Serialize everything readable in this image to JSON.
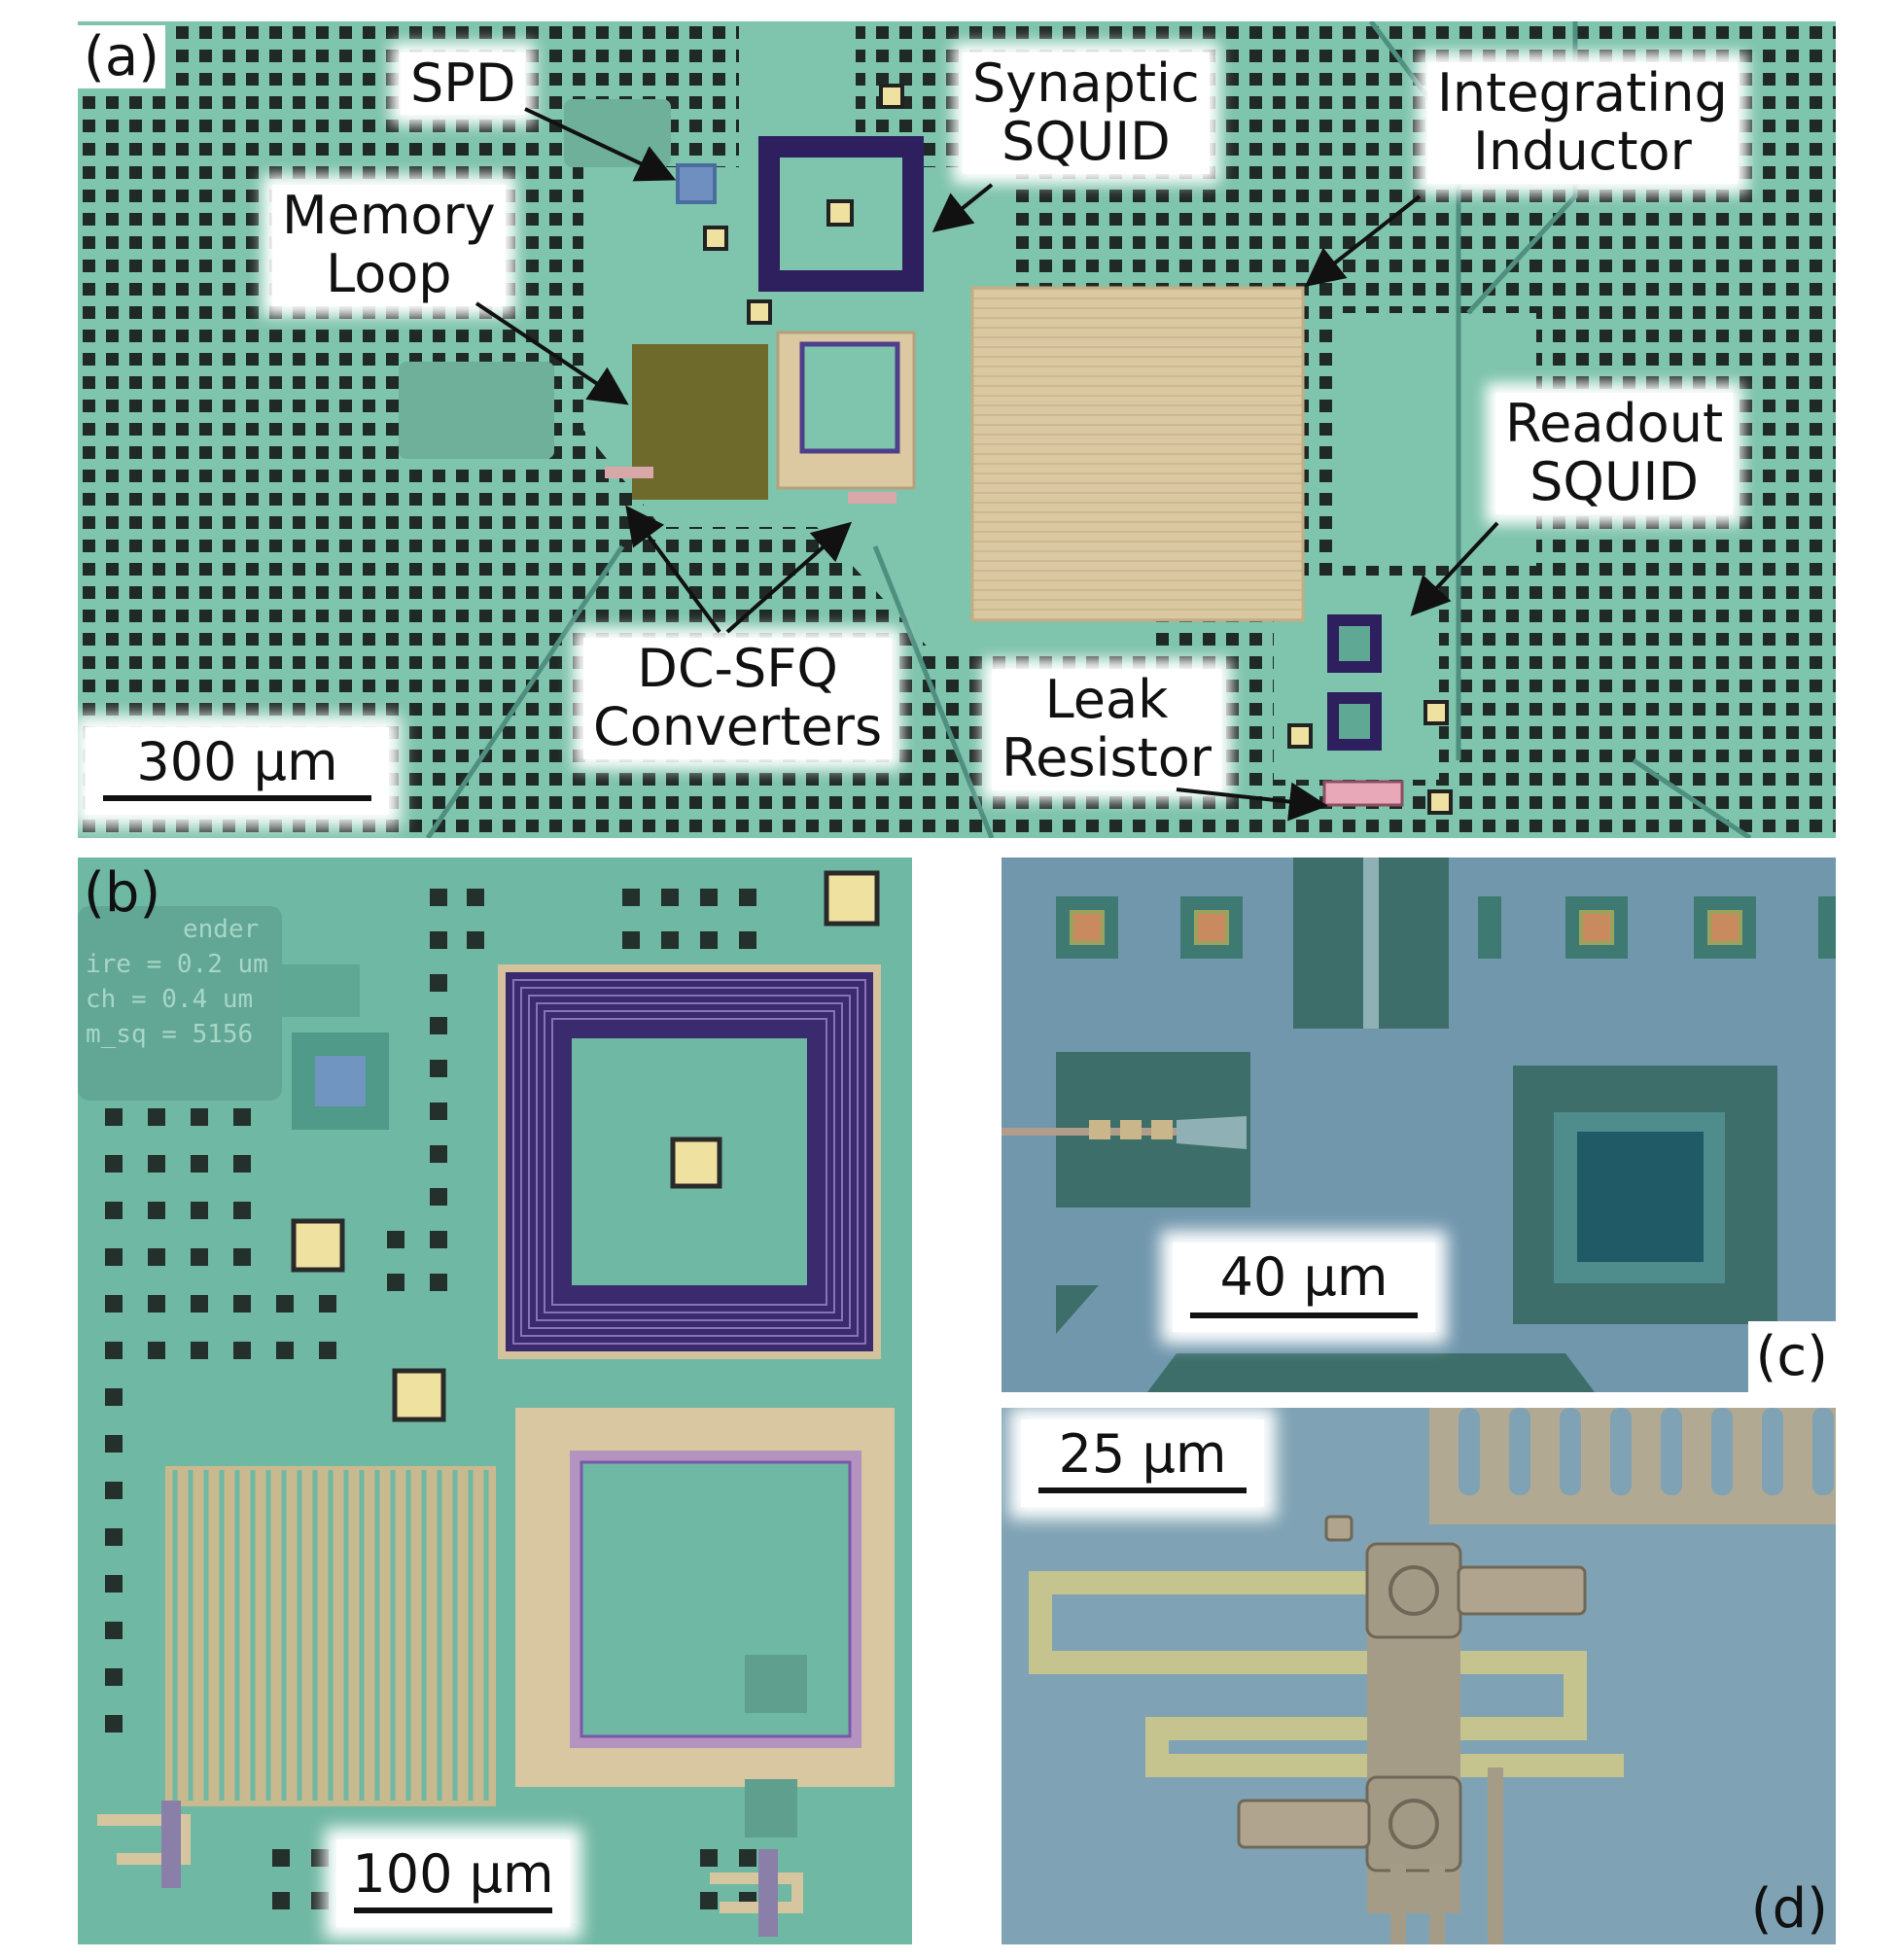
{
  "panels": {
    "a": {
      "tag": "(a)",
      "scale": "300 μm"
    },
    "b": {
      "tag": "(b)",
      "scale": "100 μm",
      "chip_text": [
        "ender",
        "ire = 0.2 um",
        "ch = 0.4 um",
        "m_sq = 5156"
      ]
    },
    "c": {
      "tag": "(c)",
      "scale": "40 μm"
    },
    "d": {
      "tag": "(d)",
      "scale": "25 μm"
    }
  },
  "labels": {
    "spd": "SPD",
    "synaptic_squid_1": "Synaptic",
    "synaptic_squid_2": "SQUID",
    "integrating_inductor_1": "Integrating",
    "integrating_inductor_2": "Inductor",
    "memory_loop_1": "Memory",
    "memory_loop_2": "Loop",
    "readout_squid_1": "Readout",
    "readout_squid_2": "SQUID",
    "dcsfq_1": "DC-SFQ",
    "dcsfq_2": "Converters",
    "leak_resistor_1": "Leak",
    "leak_resistor_2": "Resistor"
  },
  "colors": {
    "chip_teal": "#7fc4ad",
    "chip_teal_dark": "#5fa894",
    "pad_dark": "#1f2a26",
    "squid_purple": "#3a2a6e",
    "inductor_tan": "#d8c7a0",
    "memory_olive": "#6e6a2c",
    "wafer_blue": "#6e94a8",
    "metal_teal": "#3d6e6a",
    "wire_tan": "#b9b58a"
  }
}
